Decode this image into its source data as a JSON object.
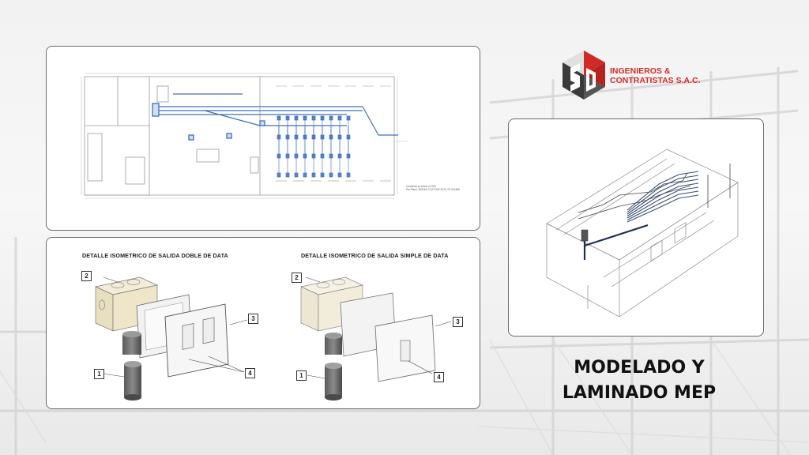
{
  "company": {
    "name_line1": "INGENIEROS &",
    "name_line2": "CONTRATISTAS S.A.C.",
    "brand_color": "#cf2a27",
    "logo_dark": "#3a3a3a"
  },
  "heading": {
    "line1": "MODELADO Y",
    "line2": "LAMINADO MEP"
  },
  "details": {
    "double_title": "DETALLE ISOMETRICO DE SALIDA DOBLE DE DATA",
    "single_title": "DETALLE ISOMETRICO DE SALIDA SIMPLE DE DATA",
    "callouts": [
      "1",
      "2",
      "3",
      "4"
    ]
  },
  "plan": {
    "accent": "#3f6fb8"
  }
}
